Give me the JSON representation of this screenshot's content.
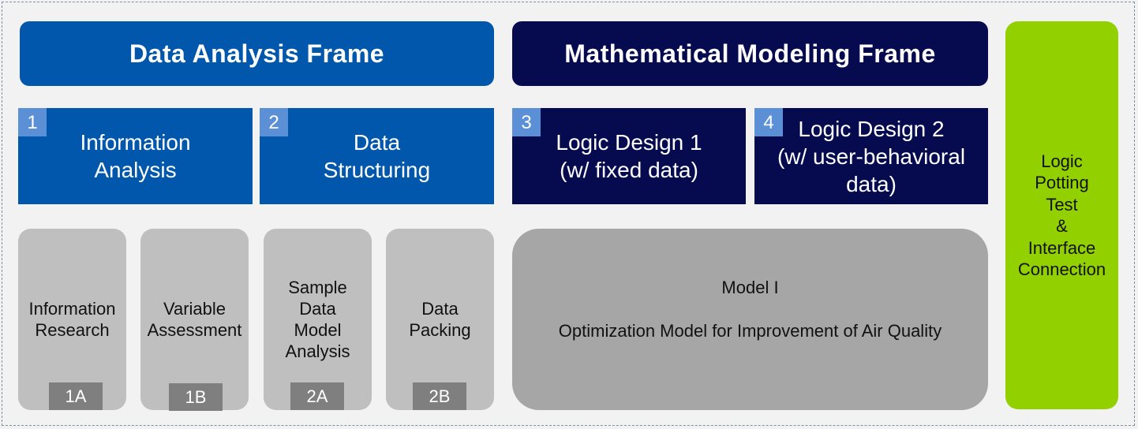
{
  "headers": {
    "data_analysis": "Data Analysis Frame",
    "math_modeling": "Mathematical Modeling Frame"
  },
  "steps": [
    {
      "num": "1",
      "label": "Information\nAnalysis"
    },
    {
      "num": "2",
      "label": "Data\nStructuring"
    },
    {
      "num": "3",
      "label": "Logic Design 1\n(w/ fixed data)"
    },
    {
      "num": "4",
      "label": "Logic Design 2\n(w/ user-behavioral\ndata)"
    }
  ],
  "substeps": [
    {
      "label": "Information\nResearch",
      "code": "1A"
    },
    {
      "label": "Variable\nAssessment",
      "code": "1B"
    },
    {
      "label": "Sample\nData\nModel\nAnalysis",
      "code": "2A"
    },
    {
      "label": "Data\nPacking",
      "code": "2B"
    }
  ],
  "model": {
    "title": "Model I",
    "description": "Optimization Model for Improvement of Air Quality"
  },
  "side_panel": {
    "label": "Logic\nPotting\nTest\n&\nInterface\nConnection"
  },
  "colors": {
    "data_blue": "#0057ab",
    "model_navy": "#060a4f",
    "badge_blue": "#5b8fd6",
    "substep_gray": "#bfbfbf",
    "code_gray": "#7f7f7f",
    "model_gray": "#a6a6a6",
    "side_green": "#92d000"
  }
}
